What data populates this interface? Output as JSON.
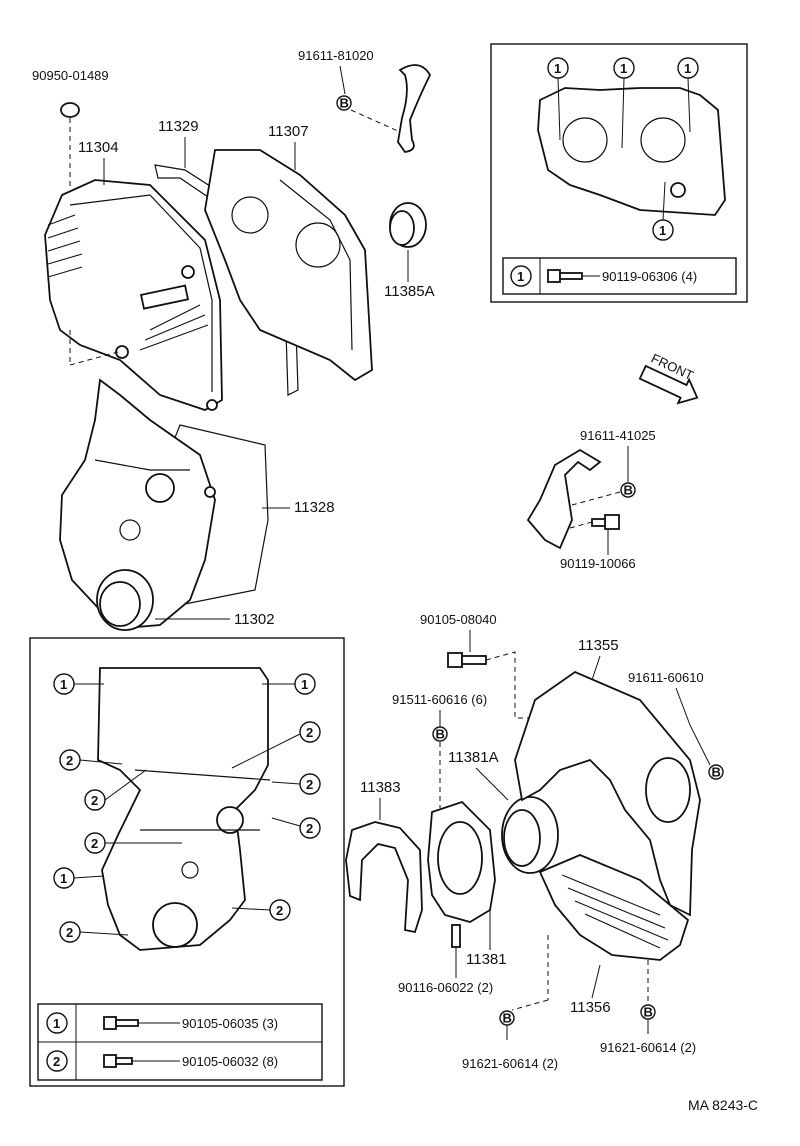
{
  "diagram": {
    "reference_code": "MA 8243-C",
    "front_label": "FRONT",
    "part_labels": {
      "cap_plug": "90950-01489",
      "cover_no2": "11304",
      "gasket_11329": "11329",
      "plate_11307": "11307",
      "clip_81020": "91611-81020",
      "seal_11385a": "11385A",
      "gasket_11328": "11328",
      "cover_no1": "11302",
      "bracket_41025": "91611-41025",
      "bolt_10066": "90119-10066",
      "bolt_08040": "90105-08040",
      "bolt_60616": "91511-60616 (6)",
      "plate_11355": "11355",
      "clip_60610": "91611-60610",
      "seal_11381a": "11381A",
      "retainer_11383": "11383",
      "retainer_11381": "11381",
      "stud_06022": "90116-06022 (2)",
      "plate_11356": "11356",
      "bolt_60614_left": "91621-60614 (2)",
      "bolt_60614_right": "91621-60614 (2)"
    },
    "markers": {
      "b": "B",
      "one": "1",
      "two": "2"
    },
    "top_right_legend": [
      {
        "key": "1",
        "part": "90119-06306 (4)"
      }
    ],
    "bottom_left_legend": [
      {
        "key": "1",
        "part": "90105-06035 (3)"
      },
      {
        "key": "2",
        "part": "90105-06032 (8)"
      }
    ]
  }
}
